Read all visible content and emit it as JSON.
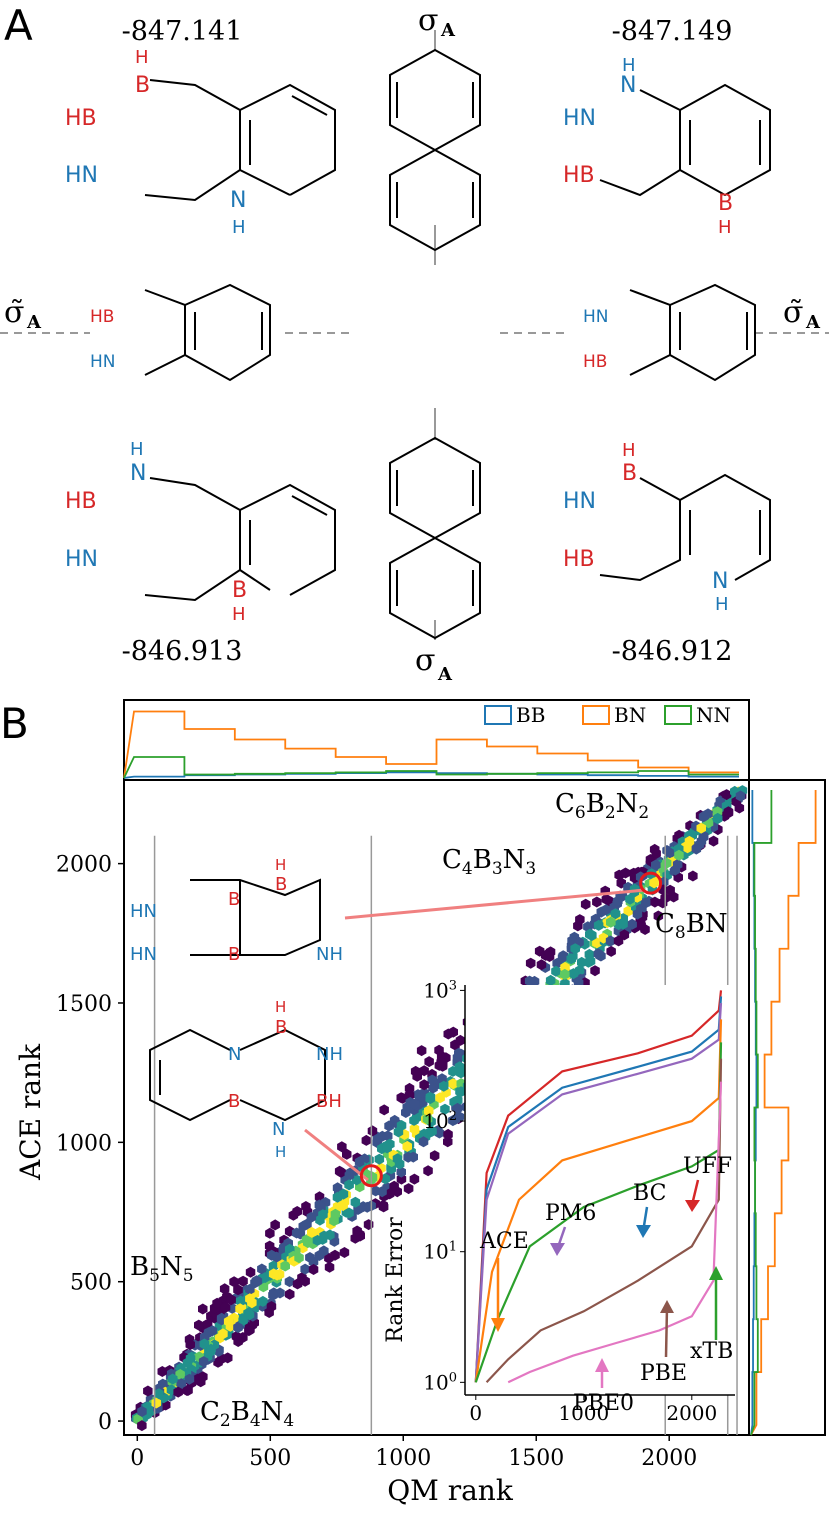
{
  "panel_a": {
    "label": "A",
    "energies": {
      "top_left": "-847.141",
      "top_right": "-847.149",
      "bottom_left": "-846.913",
      "bottom_right": "-846.912"
    },
    "sigma_top": "σ",
    "sigma_bottom": "σ",
    "sigma_sub": "A",
    "sigma_tilde_left": "σ̃",
    "sigma_tilde_right": "σ̃",
    "atoms": {
      "tl": [
        "H",
        "B",
        "HB",
        "HN",
        "N",
        "H"
      ],
      "tr": [
        "H",
        "N",
        "HN",
        "HB",
        "B",
        "H"
      ],
      "ml": [
        "HB",
        "HN"
      ],
      "mr": [
        "HN",
        "HB"
      ],
      "bl": [
        "H",
        "N",
        "HB",
        "HN",
        "B",
        "H"
      ],
      "br": [
        "H",
        "B",
        "HN",
        "HB",
        "N",
        "H"
      ]
    }
  },
  "panel_b": {
    "label": "B",
    "annotations": {
      "c6b2n2": "C",
      "c4b3n3": "C",
      "c8bn": "C",
      "b5n5": "B",
      "c2b4n4": "C"
    },
    "mol_labels": [
      "HN",
      "HN",
      "B",
      "B",
      "H",
      "B",
      "NH",
      "N",
      "B",
      "H",
      "NH",
      "B",
      "BH",
      "N",
      "H"
    ]
  },
  "chart_data": [
    {
      "type": "heatmap",
      "title": "",
      "xlabel": "QM rank",
      "ylabel": "ACE rank",
      "xticks": [
        "0",
        "500",
        "1000",
        "1500",
        "2000"
      ],
      "yticks": [
        "0",
        "500",
        "1000",
        "1500",
        "2000"
      ],
      "xlim": [
        -50,
        2300
      ],
      "ylim": [
        -50,
        2300
      ],
      "region_boundaries_x": [
        65,
        880,
        1985,
        2220,
        2255
      ],
      "highlighted_points": [
        [
          880,
          880
        ],
        [
          1930,
          1930
        ]
      ],
      "region_labels": [
        "B5N5",
        "C2B4N4",
        "C4B3N3",
        "C6B2N2",
        "C8BN"
      ]
    },
    {
      "type": "line",
      "title": "",
      "xlabel": "",
      "ylabel": "Rank Error",
      "xticks": [
        "0",
        "1000",
        "2000"
      ],
      "yticks": [
        "10^0",
        "10^1",
        "10^2",
        "10^3"
      ],
      "scale_y": "log",
      "xlim": [
        -100,
        2400
      ],
      "ylim": [
        0.8,
        1100
      ],
      "series": [
        {
          "name": "UFF",
          "color": "#d62728",
          "points": [
            [
              0,
              1
            ],
            [
              100,
              40
            ],
            [
              300,
              110
            ],
            [
              800,
              240
            ],
            [
              1500,
              330
            ],
            [
              2000,
              450
            ],
            [
              2250,
              700
            ],
            [
              2270,
              1000
            ]
          ]
        },
        {
          "name": "BC",
          "color": "#1f77b4",
          "points": [
            [
              0,
              1
            ],
            [
              100,
              30
            ],
            [
              300,
              90
            ],
            [
              800,
              180
            ],
            [
              1500,
              260
            ],
            [
              2000,
              340
            ],
            [
              2250,
              500
            ],
            [
              2270,
              900
            ]
          ]
        },
        {
          "name": "PM6",
          "color": "#9467bd",
          "points": [
            [
              0,
              1
            ],
            [
              100,
              25
            ],
            [
              300,
              80
            ],
            [
              800,
              160
            ],
            [
              1500,
              230
            ],
            [
              2000,
              300
            ],
            [
              2250,
              420
            ],
            [
              2270,
              800
            ]
          ]
        },
        {
          "name": "ACE",
          "color": "#ff7f0e",
          "points": [
            [
              0,
              1
            ],
            [
              150,
              7
            ],
            [
              400,
              25
            ],
            [
              800,
              50
            ],
            [
              1500,
              75
            ],
            [
              2000,
              100
            ],
            [
              2250,
              150
            ],
            [
              2270,
              600
            ]
          ]
        },
        {
          "name": "xTB",
          "color": "#2ca02c",
          "points": [
            [
              0,
              1
            ],
            [
              200,
              3
            ],
            [
              500,
              11
            ],
            [
              1000,
              22
            ],
            [
              1500,
              32
            ],
            [
              2000,
              45
            ],
            [
              2250,
              60
            ],
            [
              2270,
              400
            ]
          ]
        },
        {
          "name": "PBE",
          "color": "#8c564b",
          "points": [
            [
              100,
              1
            ],
            [
              300,
              1.5
            ],
            [
              600,
              2.5
            ],
            [
              1000,
              3.5
            ],
            [
              1500,
              6
            ],
            [
              2000,
              11
            ],
            [
              2250,
              25
            ],
            [
              2270,
              300
            ]
          ]
        },
        {
          "name": "PBE0",
          "color": "#e377c2",
          "points": [
            [
              300,
              1
            ],
            [
              500,
              1.2
            ],
            [
              900,
              1.6
            ],
            [
              1300,
              2
            ],
            [
              1700,
              2.5
            ],
            [
              2000,
              3.2
            ],
            [
              2200,
              6
            ],
            [
              2270,
              200
            ]
          ]
        }
      ],
      "arrow_labels": [
        "UFF",
        "BC",
        "PM6",
        "ACE",
        "xTB",
        "PBE",
        "PBE0"
      ]
    },
    {
      "type": "area",
      "title": "",
      "legend": [
        "BB",
        "BN",
        "NN"
      ],
      "legend_position": "top-right",
      "series": [
        {
          "name": "BB",
          "color": "#1f77b4",
          "values": [
            0.02,
            0.04,
            0.05,
            0.06,
            0.07,
            0.08,
            0.07,
            0.06,
            0.05,
            0.04,
            0.03,
            0.02
          ]
        },
        {
          "name": "BN",
          "color": "#ff7f0e",
          "values": [
            0.95,
            0.7,
            0.55,
            0.42,
            0.3,
            0.2,
            0.55,
            0.45,
            0.35,
            0.25,
            0.15,
            0.08
          ]
        },
        {
          "name": "NN",
          "color": "#2ca02c",
          "values": [
            0.3,
            0.05,
            0.06,
            0.07,
            0.08,
            0.1,
            0.05,
            0.06,
            0.07,
            0.08,
            0.1,
            0.05
          ]
        }
      ]
    }
  ]
}
